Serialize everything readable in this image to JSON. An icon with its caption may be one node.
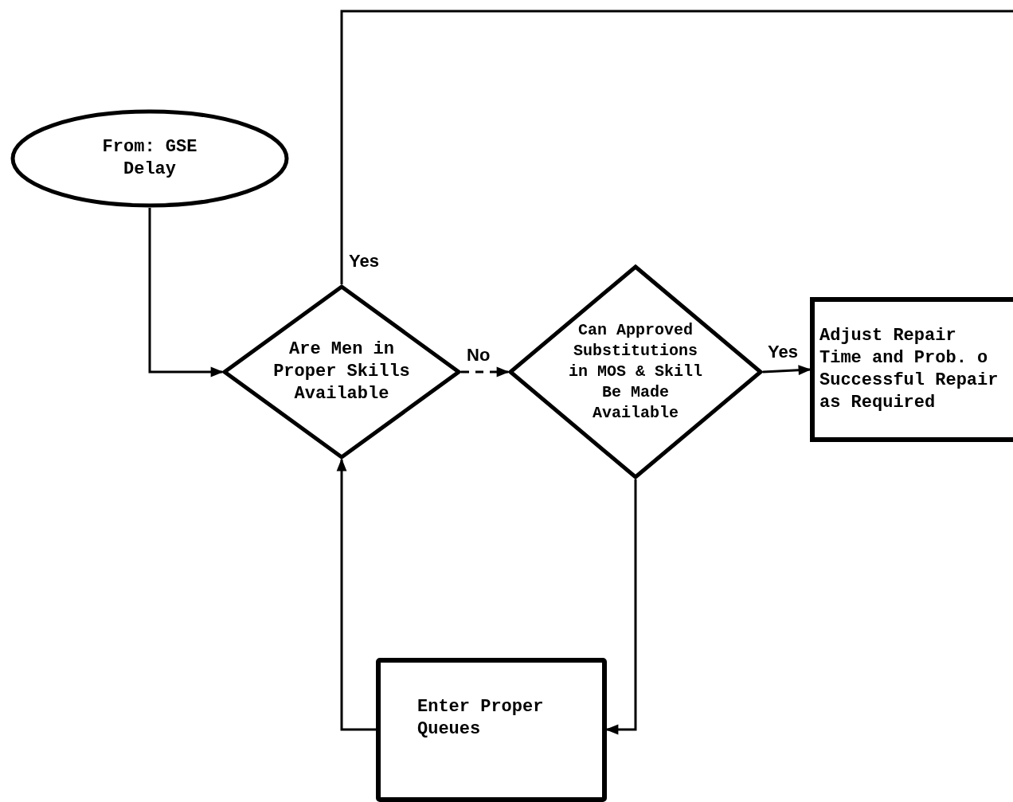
{
  "diagram": {
    "nodes": [
      {
        "text": [
          "From: GSE Delay"
        ]
      },
      {
        "text": [
          "Are Men in Proper Skills Available"
        ]
      },
      {
        "text": [
          "Can Approved Substitutions in MOS & Skill Be Made Available"
        ]
      },
      {
        "text": [
          "Adjust Repair Time and Prob. o Successful Repair as Required"
        ]
      },
      {
        "text": [
          "Enter Proper Queues"
        ]
      }
    ],
    "edges": [
      {
        "from": 0,
        "to": 1,
        "arrow": "to"
      },
      {
        "from": 1,
        "to": 2,
        "arrow": "to",
        "label": "No",
        "style": "dashed"
      },
      {
        "from": 1,
        "to": null,
        "arrow": "none",
        "label": "Yes"
      },
      {
        "from": 2,
        "to": 3,
        "arrow": "to",
        "label": "Yes"
      },
      {
        "from": 2,
        "to": 4,
        "arrow": "to"
      },
      {
        "from": 4,
        "to": 1,
        "arrow": "to"
      }
    ]
  }
}
